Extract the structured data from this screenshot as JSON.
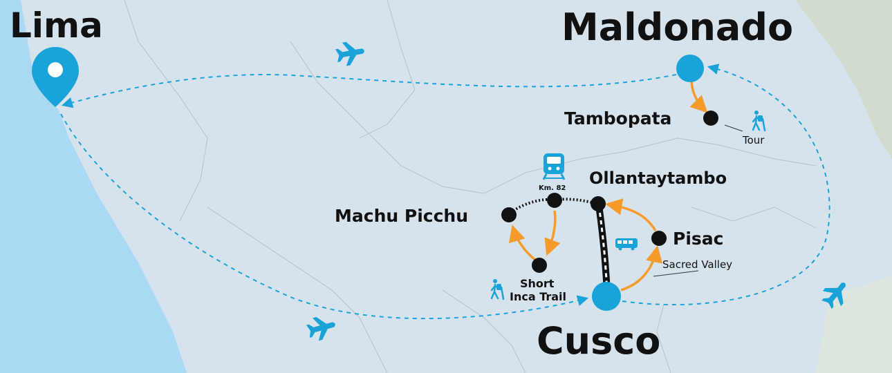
{
  "cities": {
    "lima": "Lima",
    "maldonado": "Maldonado",
    "cusco": "Cusco",
    "tambopata": "Tambopata",
    "ollantaytambo": "Ollantaytambo",
    "machu_picchu": "Machu Picchu",
    "pisac": "Pisac"
  },
  "annotations": {
    "tour": "Tour",
    "km82": "Km. 82",
    "short_inca_trail_1": "Short",
    "short_inca_trail_2": "Inca Trail",
    "sacred_valley": "Sacred Valley"
  },
  "colors": {
    "water": "#a9d9f3",
    "land": "#d7e3ec",
    "forest": "#cfdcce",
    "accent": "#1aa3d9",
    "orange": "#f49b2c",
    "ink": "#111111"
  },
  "icons": [
    "map-pin-icon",
    "airplane-icon",
    "hiker-icon",
    "train-icon",
    "bus-icon"
  ]
}
